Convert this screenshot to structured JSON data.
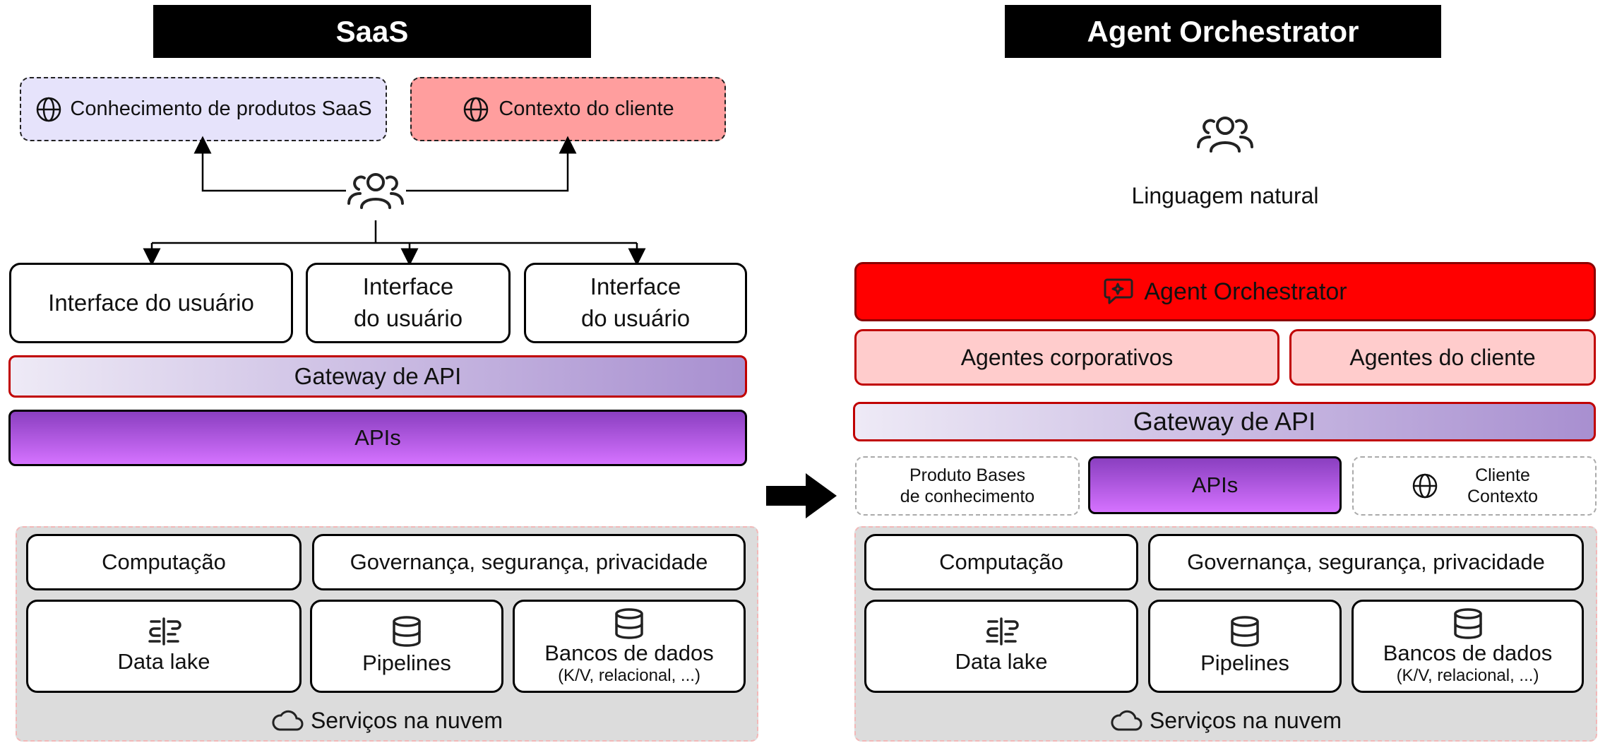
{
  "left": {
    "title": "SaaS",
    "product_knowledge": "Conhecimento de produtos SaaS",
    "customer_context": "Contexto do cliente",
    "ui_boxes": [
      {
        "line1": "Interface do usuário",
        "line2": ""
      },
      {
        "line1": "Interface",
        "line2": "do usuário"
      },
      {
        "line1": "Interface",
        "line2": "do usuário"
      }
    ],
    "gateway": "Gateway de API",
    "apis": "APIs",
    "cloud": {
      "compute": "Computação",
      "governance": "Governança, segurança, privacidade",
      "data_lake": "Data lake",
      "pipelines": "Pipelines",
      "databases": "Bancos de dados",
      "databases_sub": "(K/V, relacional, ...)",
      "footer": "Serviços na nuvem"
    }
  },
  "right": {
    "title": "Agent Orchestrator",
    "natural_language": "Linguagem natural",
    "orchestrator": "Agent Orchestrator",
    "corporate_agents": "Agentes corporativos",
    "customer_agents": "Agentes do cliente",
    "gateway": "Gateway de API",
    "kb_line1": "Produto Bases",
    "kb_line2": "de conhecimento",
    "apis": "APIs",
    "ctx_line1": "Cliente",
    "ctx_line2": "Contexto",
    "cloud": {
      "compute": "Computação",
      "governance": "Governança, segurança, privacidade",
      "data_lake": "Data lake",
      "pipelines": "Pipelines",
      "databases": "Bancos de dados",
      "databases_sub": "(K/V, relacional, ...)",
      "footer": "Serviços na nuvem"
    }
  },
  "icons": {
    "users": "users-icon",
    "globe": "globe-icon",
    "sparkle_chat": "sparkle-chat-icon",
    "database": "database-icon",
    "data_lake": "data-lake-icon",
    "cloud": "cloud-icon",
    "arrow": "right-arrow-icon"
  },
  "colors": {
    "header_bg": "#000000",
    "product_knowledge_bg": "#e6e3fb",
    "customer_context_bg": "#ff9e9e",
    "orchestrator_bg": "#ff0000",
    "agents_bg": "#ffcccc",
    "gateway_border": "#c00000",
    "apis_gradient_top": "#8a3fc0",
    "apis_gradient_bottom": "#d572ff",
    "cloud_zone_bg": "#dcdcdc"
  }
}
